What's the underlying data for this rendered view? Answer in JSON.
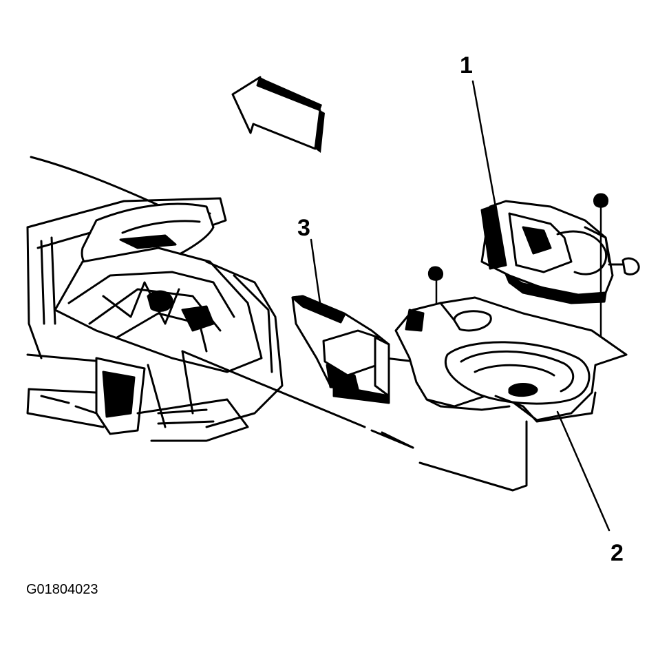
{
  "figure": {
    "figure_code": "G01804023",
    "callouts": [
      {
        "label": "1"
      },
      {
        "label": "2"
      },
      {
        "label": "3"
      }
    ],
    "icons": [
      "direction-arrow-icon",
      "bolt-icon"
    ],
    "colors": {
      "ink": "#000000",
      "paper": "#ffffff"
    }
  }
}
